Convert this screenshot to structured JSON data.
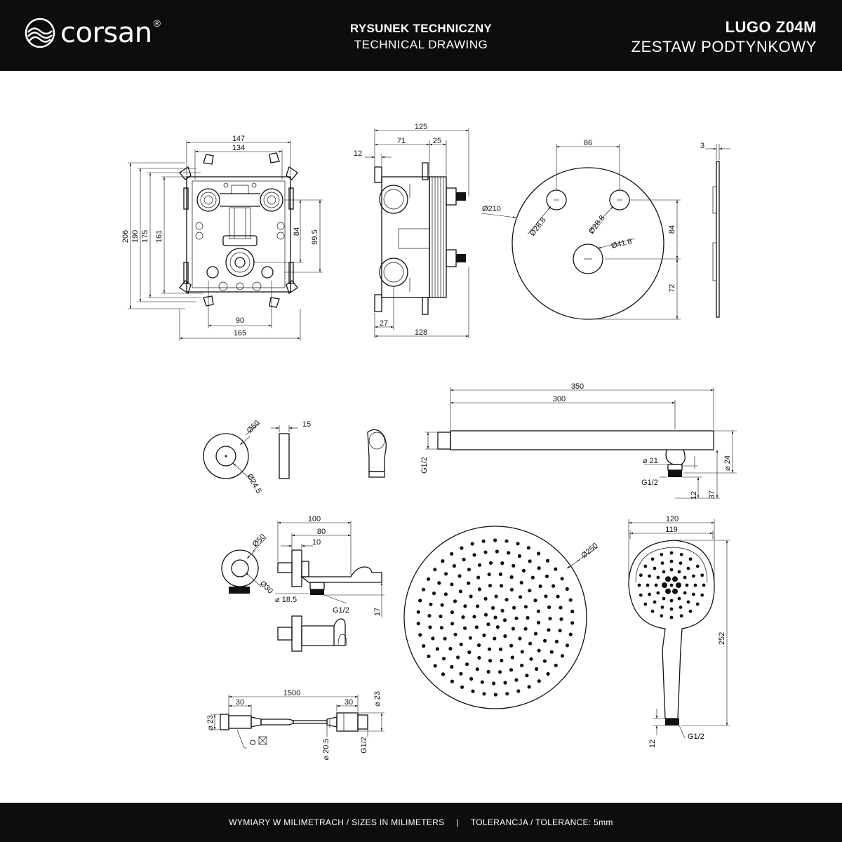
{
  "header": {
    "brand": "corsan",
    "brand_mark": "®",
    "center_line1": "RYSUNEK TECHNICZNY",
    "center_line2": "TECHNICAL DRAWING",
    "right_line1": "LUGO Z04M",
    "right_line2": "ZESTAW PODTYNKOWY"
  },
  "footer": {
    "sizes": "WYMIARY W MILIMETRACH / SIZES IN MILIMETERS",
    "separator": "|",
    "tolerance": "TOLERANCJA / TOLERANCE: 5mm"
  },
  "dims": {
    "box_147": "147",
    "box_134": "134",
    "box_206": "206",
    "box_190": "190",
    "box_175": "175",
    "box_161": "161",
    "box_84": "84",
    "box_99_5": "99.5",
    "box_90": "90",
    "box_165": "165",
    "side_125": "125",
    "side_71": "71",
    "side_25": "25",
    "side_12": "12",
    "side_27": "27",
    "side_128": "128",
    "plate_86": "86",
    "plate_d210": "Ø210",
    "plate_d28_8a": "Ø28.8",
    "plate_d28_8b": "Ø28.8",
    "plate_d41_8": "Ø41.8",
    "plate_84": "84",
    "plate_72": "72",
    "plate_3": "3",
    "rose_d60": "Ø60",
    "rose_d24_5": "Ø24.5",
    "rose_15": "15",
    "arm_350": "350",
    "arm_300": "300",
    "arm_g12_left": "G1/2",
    "arm_21": "⌀ 21",
    "arm_24": "⌀ 24",
    "arm_g12_bottom": "G1/2",
    "arm_12": "12",
    "arm_37": "37",
    "hold_d50": "Ø50",
    "hold_d30": "Ø30",
    "hold_100": "100",
    "hold_80": "80",
    "hold_10": "10",
    "hold_18_5": "⌀ 18.5",
    "hold_g12": "G1/2",
    "hold_17": "17",
    "head_d250": "Ø250",
    "hand_120": "120",
    "hand_119": "119",
    "hand_252": "252",
    "hand_12": "12",
    "hand_g12": "G1/2",
    "hose_1500": "1500",
    "hose_30a": "30",
    "hose_30b": "30",
    "hose_23a": "⌀ 23",
    "hose_23b": "⌀ 23",
    "hose_20_5": "⌀ 20.5",
    "hose_g12": "G1/2",
    "hose_o": "O"
  }
}
